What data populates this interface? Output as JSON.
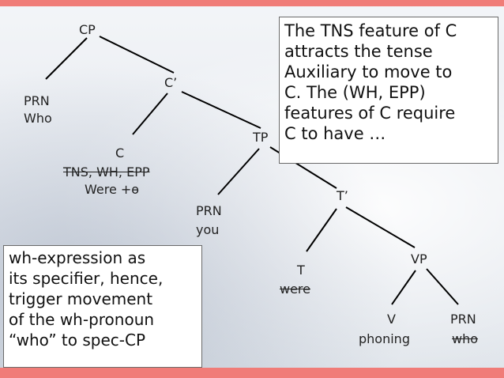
{
  "tree": {
    "cp": "CP",
    "c_bar": "C’",
    "prn_who_label": "PRN",
    "prn_who_word": "Who",
    "c_head": "C",
    "c_features": "TNS, WH, EPP",
    "c_aux": "Were +ɵ",
    "tp": "TP",
    "prn_you_label": "PRN",
    "prn_you_word": "you",
    "t_bar": "T’",
    "t_head": "T",
    "t_word": "were",
    "vp": "VP",
    "v_head": "V",
    "v_word": "phoning",
    "prn_obj_label": "PRN",
    "prn_obj_word": "who"
  },
  "notes": {
    "right": [
      "The TNS feature of C",
      "attracts the tense",
      "Auxiliary to move to",
      "C. The (WH, EPP)",
      "features of C require",
      "C to have …"
    ],
    "left": [
      "wh-expression as",
      "its specifier, hence,",
      "trigger movement",
      "of the wh-pronoun",
      "“who” to spec-CP"
    ]
  },
  "colors": {
    "band": "#f07c78",
    "text": "#222222"
  }
}
